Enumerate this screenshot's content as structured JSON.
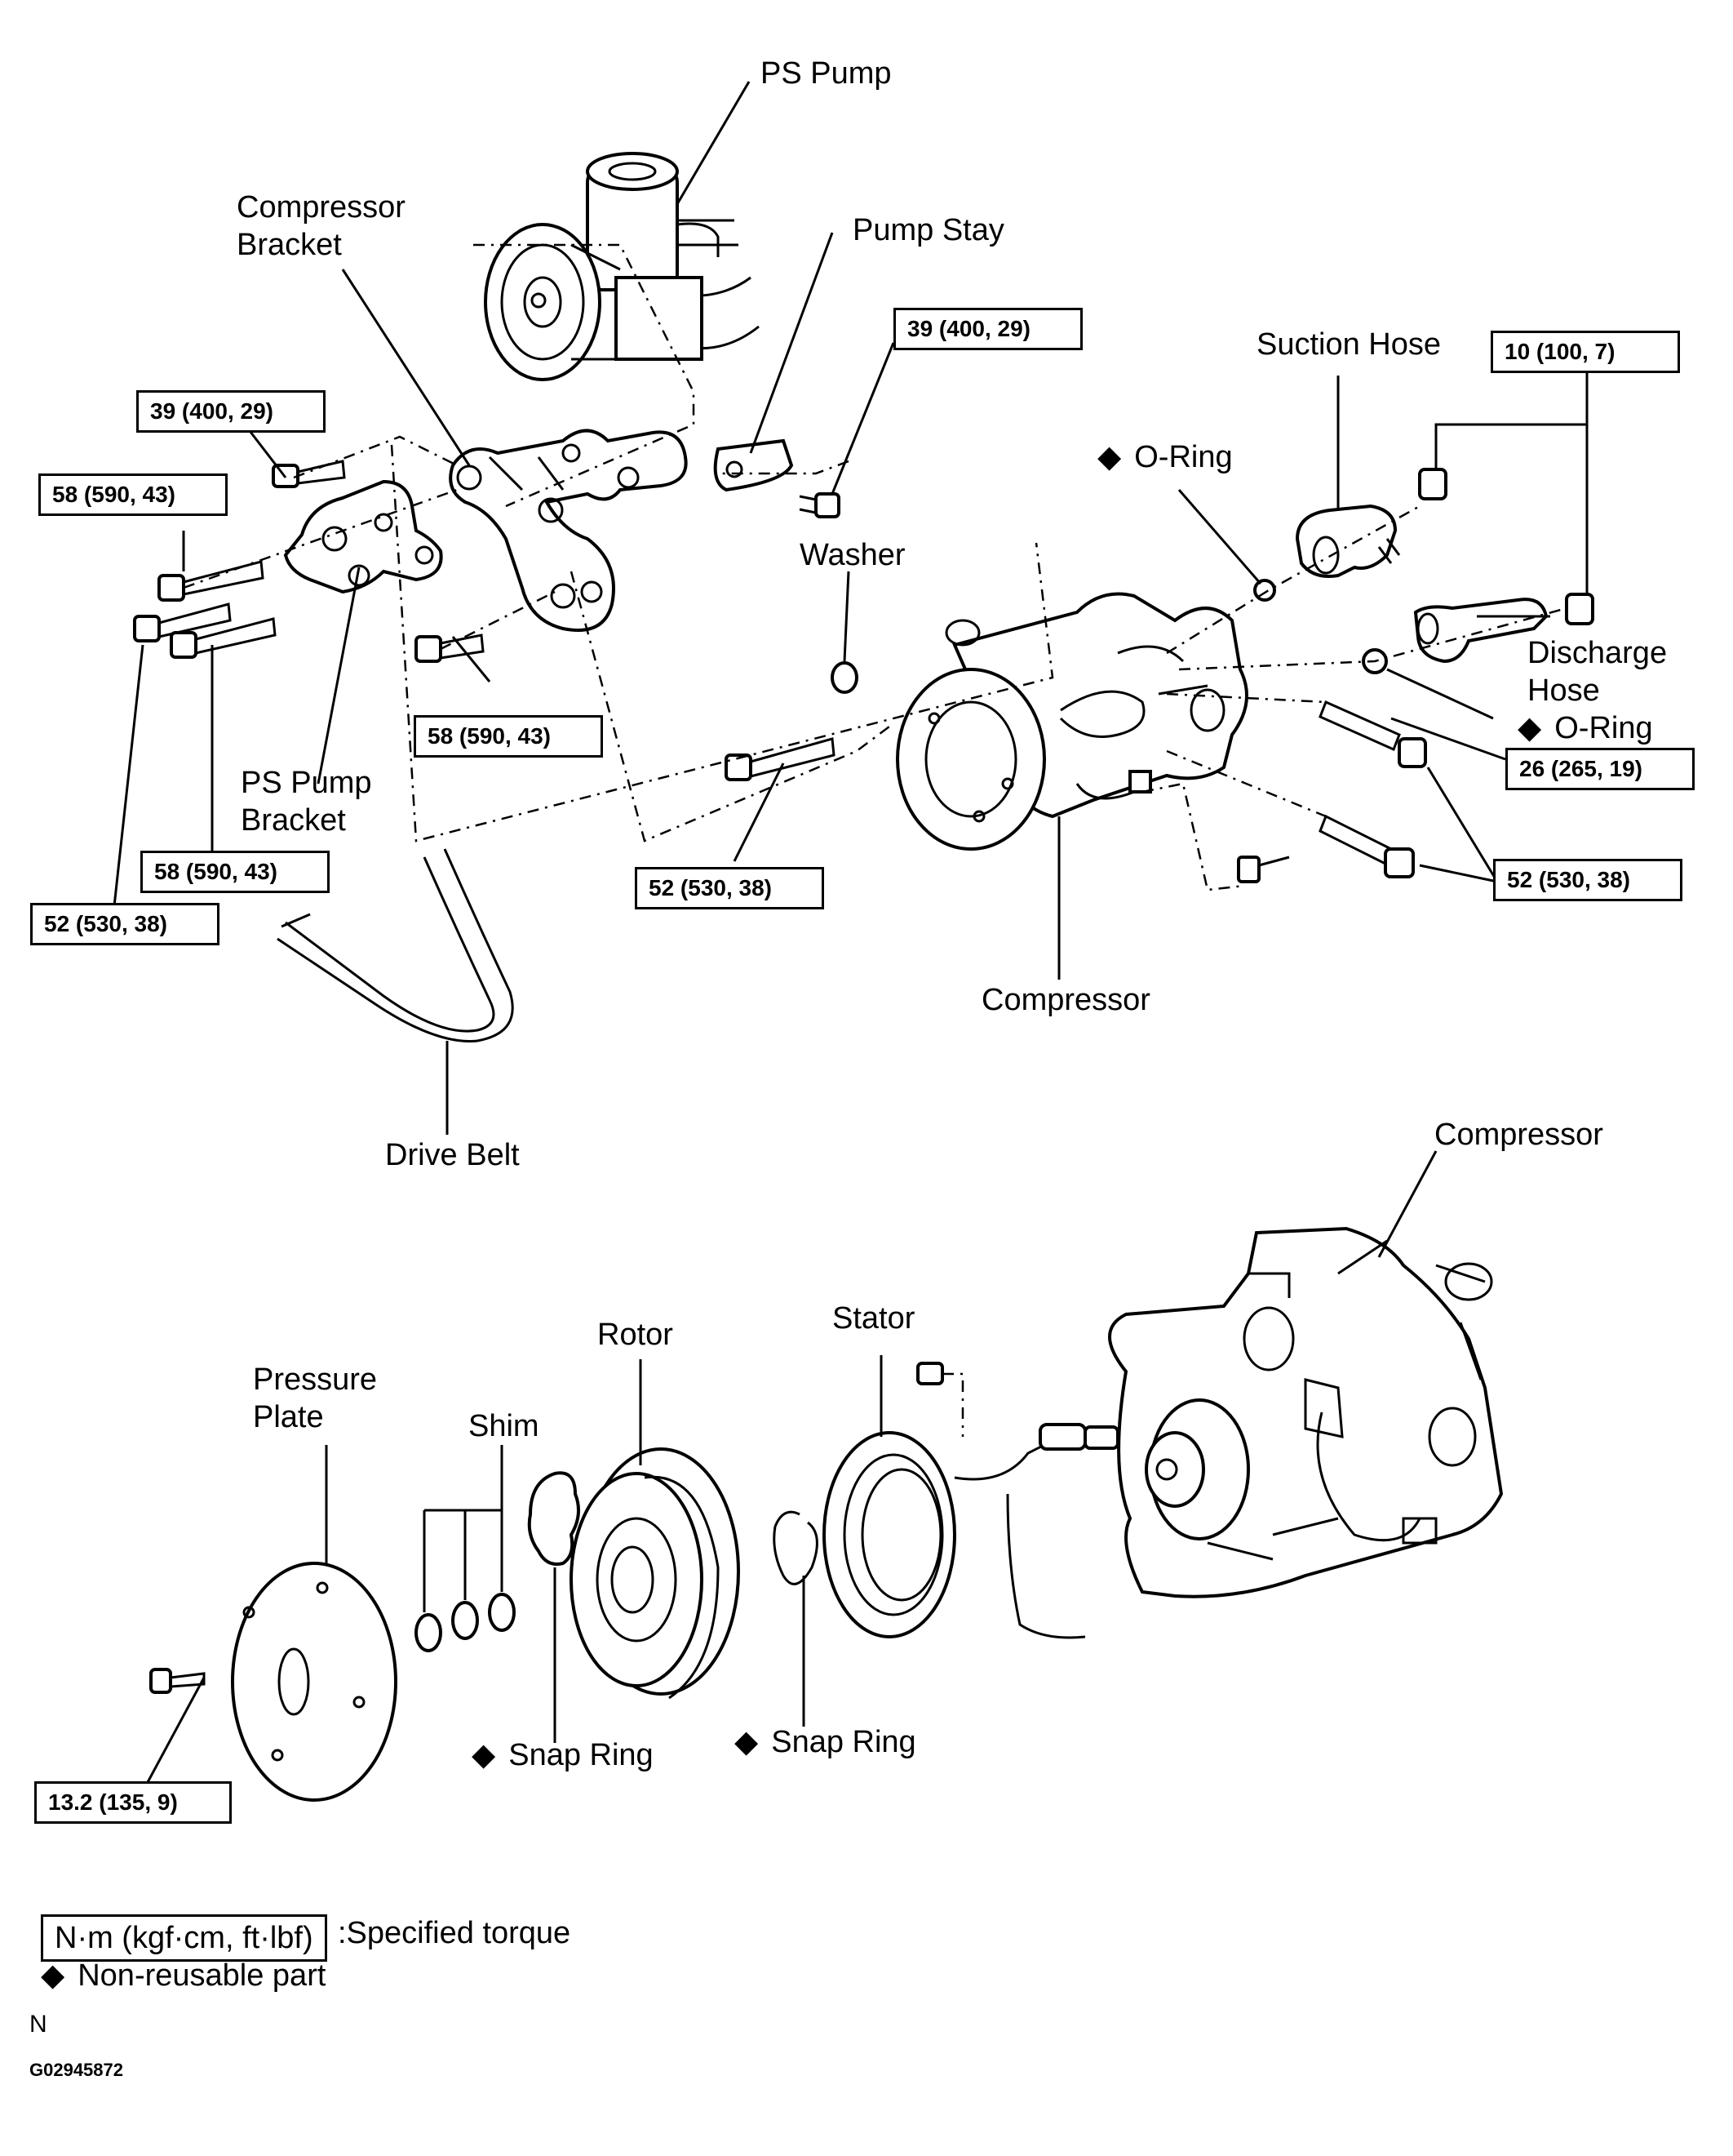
{
  "labels": {
    "ps_pump": "PS Pump",
    "compressor_bracket_1": "Compressor",
    "compressor_bracket_2": "Bracket",
    "pump_stay": "Pump Stay",
    "suction_hose": "Suction Hose",
    "o_ring_top": "O-Ring",
    "washer": "Washer",
    "discharge_hose_1": "Discharge",
    "discharge_hose_2": "Hose",
    "o_ring_right": "O-Ring",
    "ps_pump_bracket_1": "PS Pump",
    "ps_pump_bracket_2": "Bracket",
    "compressor_upper": "Compressor",
    "drive_belt": "Drive Belt",
    "compressor_lower": "Compressor",
    "rotor": "Rotor",
    "stator": "Stator",
    "pressure_plate_1": "Pressure",
    "pressure_plate_2": "Plate",
    "shim": "Shim",
    "snap_ring_left": "Snap Ring",
    "snap_ring_right": "Snap Ring"
  },
  "torques": {
    "pump_stay": "39 (400, 29)",
    "bracket_top_left": "39 (400, 29)",
    "bracket_left_upper": "58 (590, 43)",
    "bracket_center": "58 (590, 43)",
    "bracket_left_lower": "58 (590, 43)",
    "bracket_far_left": "52 (530, 38)",
    "compressor_bolt": "52 (530, 38)",
    "hose_nut": "10 (100, 7)",
    "compressor_right_a": "26 (265, 19)",
    "compressor_right_b": "52 (530, 38)",
    "pressure_plate_bolt": "13.2 (135, 9)"
  },
  "legend": {
    "unit": "N·m (kgf·cm, ft·lbf)",
    "torque_desc": ":Specified torque",
    "nonreusable": "Non-reusable part"
  },
  "footer": {
    "marker": "N",
    "code": "G02945872"
  }
}
